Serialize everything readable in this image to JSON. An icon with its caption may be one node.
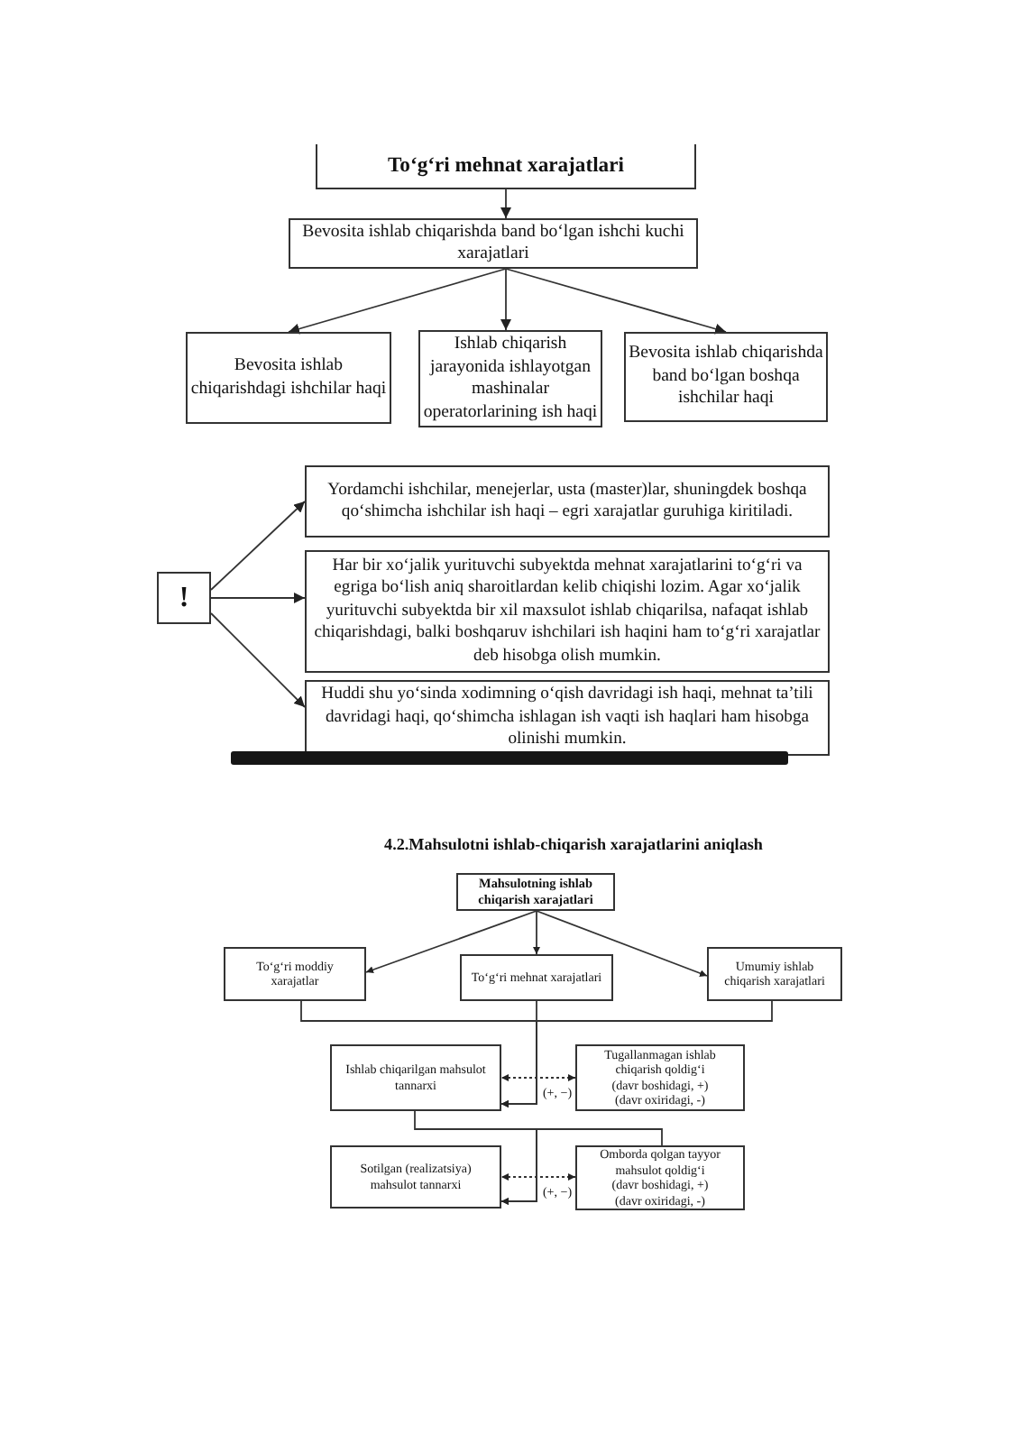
{
  "diagram": {
    "title": "4.2.Mahsulotni ishlab-chiqarish xarajatlarini aniqlash",
    "nodes": [
      {
        "text": [
          "To‘g‘ri mehnat xarajatlari"
        ]
      },
      {
        "text": [
          "Bevosita ishlab chiqarishda band bo‘lgan ishchi kuchi xarajatlari"
        ]
      },
      {
        "text": [
          "Bevosita ishlab chiqarishdagi ishchilar haqi"
        ]
      },
      {
        "text": [
          "Ishlab chiqarish jarayonida ishlayotgan mashinalar operatorlarining ish haqi"
        ]
      },
      {
        "text": [
          "Bevosita ishlab chiqarishda band bo‘lgan boshqa ishchilar haqi"
        ]
      },
      {
        "text": [
          "!"
        ]
      },
      {
        "text": [
          "Yordamchi ishchilar, menejerlar, usta (master)lar, shuningdek boshqa qo‘shimcha ishchilar ish haqi – egri xarajatlar guruhiga kiritiladi."
        ]
      },
      {
        "text": [
          "Har bir xo‘jalik yurituvchi subyektda mehnat xarajatlarini to‘g‘ri va egriga bo‘lish aniq sharoitlardan kelib chiqishi lozim. Agar xo‘jalik yurituvchi subyektda bir xil maxsulot ishlab chiqarilsa, nafaqat ishlab chiqarishdagi, balki boshqaruv ishchilari ish haqini ham to‘g‘ri xarajatlar deb hisobga olish mumkin."
        ]
      },
      {
        "text": [
          "Huddi shu yo‘sinda xodimning o‘qish davridagi ish haqi, mehnat ta’tili davridagi haqi, qo‘shimcha ishlagan ish vaqti ish haqlari ham hisobga olinishi mumkin."
        ]
      },
      {
        "text": [
          "Mahsulotning ishlab chiqarish xarajatlari"
        ]
      },
      {
        "text": [
          "To‘g‘ri moddiy xarajatlar"
        ]
      },
      {
        "text": [
          "To‘g‘ri mehnat xarajatlari"
        ]
      },
      {
        "text": [
          "Umumiy ishlab chiqarish xarajatlari"
        ]
      },
      {
        "text": [
          "Ishlab chiqarilgan mahsulot tannarxi"
        ]
      },
      {
        "text": [
          "Tugallanmagan ishlab chiqarish qoldig‘i",
          "(davr boshidagi, +)",
          "(davr oxiridagi, -)"
        ]
      },
      {
        "text": [
          "Sotilgan (realizatsiya) mahsulot tannarxi"
        ]
      },
      {
        "text": [
          "Omborda qolgan tayyor mahsulot qoldig‘i",
          "(davr boshidagi, +)",
          "(davr oxiridagi, -)"
        ]
      }
    ],
    "edges": [
      {
        "from": 0,
        "to": 1,
        "arrow": "to"
      },
      {
        "from": 1,
        "to": 2,
        "arrow": "to"
      },
      {
        "from": 1,
        "to": 3,
        "arrow": "to"
      },
      {
        "from": 1,
        "to": 4,
        "arrow": "to"
      },
      {
        "from": 5,
        "to": 6,
        "arrow": "to"
      },
      {
        "from": 5,
        "to": 7,
        "arrow": "to"
      },
      {
        "from": 5,
        "to": 8,
        "arrow": "to"
      },
      {
        "from": 9,
        "to": 10,
        "arrow": "to"
      },
      {
        "from": 9,
        "to": 11,
        "arrow": "to"
      },
      {
        "from": 9,
        "to": 12,
        "arrow": "to"
      },
      {
        "from": 10,
        "to": 13,
        "arrow": "to"
      },
      {
        "from": 11,
        "to": 13,
        "arrow": "to"
      },
      {
        "from": 12,
        "to": 13,
        "arrow": "to"
      },
      {
        "from": 13,
        "to": 15,
        "arrow": "to"
      },
      {
        "from": 16,
        "to": 15,
        "arrow": "to"
      },
      {
        "from": 14,
        "to": 13,
        "arrow": "both",
        "style": "dashed",
        "label": "(+, −)"
      },
      {
        "from": 16,
        "to": 15,
        "arrow": "both",
        "style": "dashed",
        "label": "(+, −)"
      }
    ]
  }
}
